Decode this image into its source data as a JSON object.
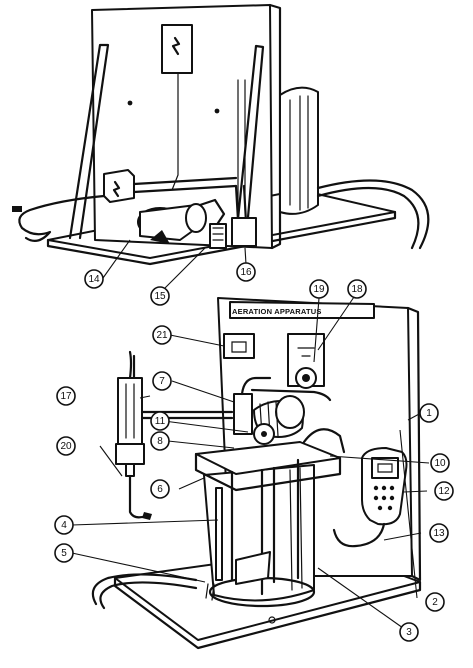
{
  "panel_label": "AERATION APPARATUS",
  "callouts": [
    {
      "id": "c1",
      "text": "1"
    },
    {
      "id": "c2",
      "text": "2"
    },
    {
      "id": "c3",
      "text": "3"
    },
    {
      "id": "c4",
      "text": "4"
    },
    {
      "id": "c5",
      "text": "5"
    },
    {
      "id": "c6",
      "text": "6"
    },
    {
      "id": "c7",
      "text": "7"
    },
    {
      "id": "c8",
      "text": "8"
    },
    {
      "id": "c10",
      "text": "10"
    },
    {
      "id": "c11",
      "text": "11"
    },
    {
      "id": "c12",
      "text": "12"
    },
    {
      "id": "c13",
      "text": "13"
    },
    {
      "id": "c14",
      "text": "14"
    },
    {
      "id": "c15",
      "text": "15"
    },
    {
      "id": "c16",
      "text": "16"
    },
    {
      "id": "c17",
      "text": "17"
    },
    {
      "id": "c18",
      "text": "18"
    },
    {
      "id": "c19",
      "text": "19"
    },
    {
      "id": "c20",
      "text": "20"
    },
    {
      "id": "c21",
      "text": "21"
    }
  ]
}
